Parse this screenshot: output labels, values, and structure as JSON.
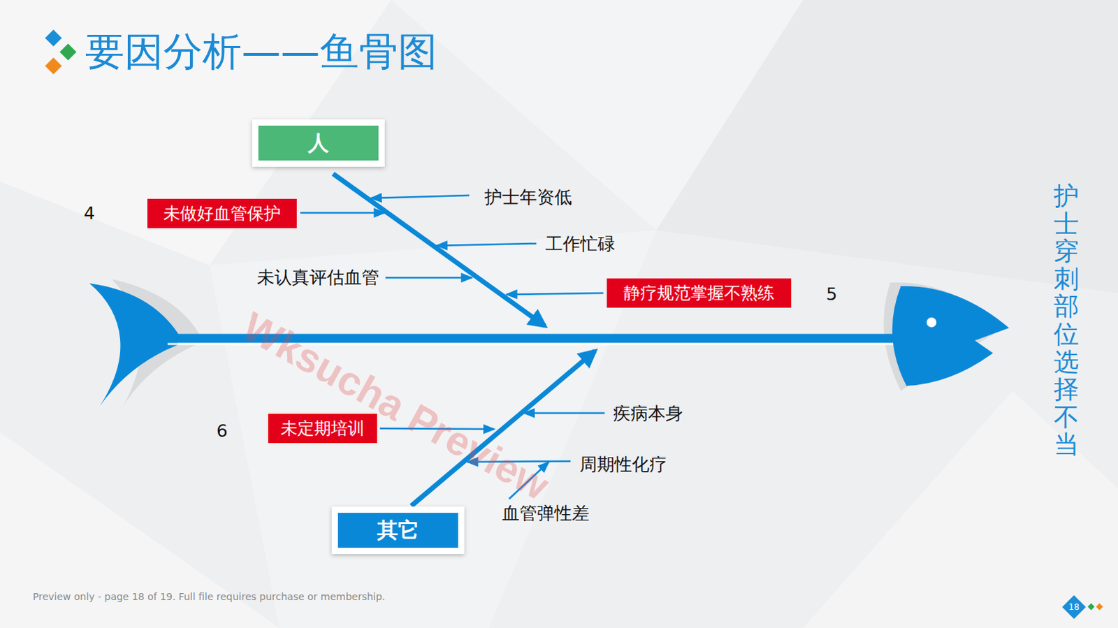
{
  "diagram": {
    "title": "要因分析——鱼骨图",
    "nodes": [
      {
        "text": [
          "人"
        ]
      },
      {
        "text": [
          "未做好血管保护"
        ]
      },
      {
        "text": [
          "静疗规范掌握不熟练"
        ]
      },
      {
        "text": [
          "未定期培训"
        ]
      },
      {
        "text": [
          "其它"
        ]
      },
      {
        "text": [
          "18"
        ]
      }
    ],
    "labels": [
      "护士年资低",
      "工作忙碌",
      "未认真评估血管",
      "疾病本身",
      "周期性化疗",
      "血管弹性差",
      "4",
      "5",
      "6",
      "护士穿刺部位选择不当",
      "Wksucha Preview",
      "Preview only - page 18 of 19. Full file requires purchase or membership."
    ]
  }
}
